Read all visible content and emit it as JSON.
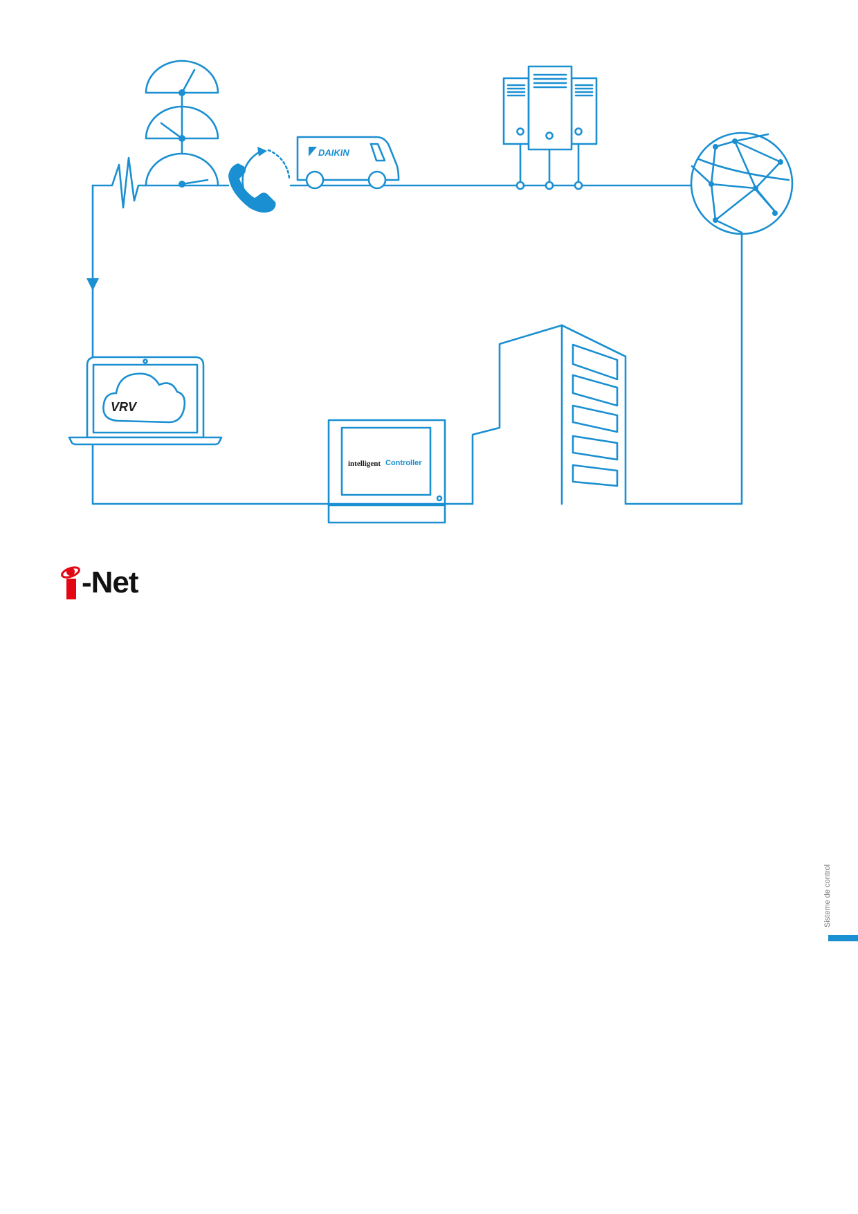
{
  "diagram": {
    "van_brand": "DAIKIN",
    "laptop_badge": "VRV",
    "controller_logo_part1": "intelligent",
    "controller_logo_part2": "Controller"
  },
  "product_logo": {
    "text": "-Net"
  },
  "side_tab": {
    "label": "Sisteme de control"
  },
  "colors": {
    "line_blue": "#1a8fd1",
    "logo_red": "#e30613",
    "logo_black": "#111111"
  }
}
